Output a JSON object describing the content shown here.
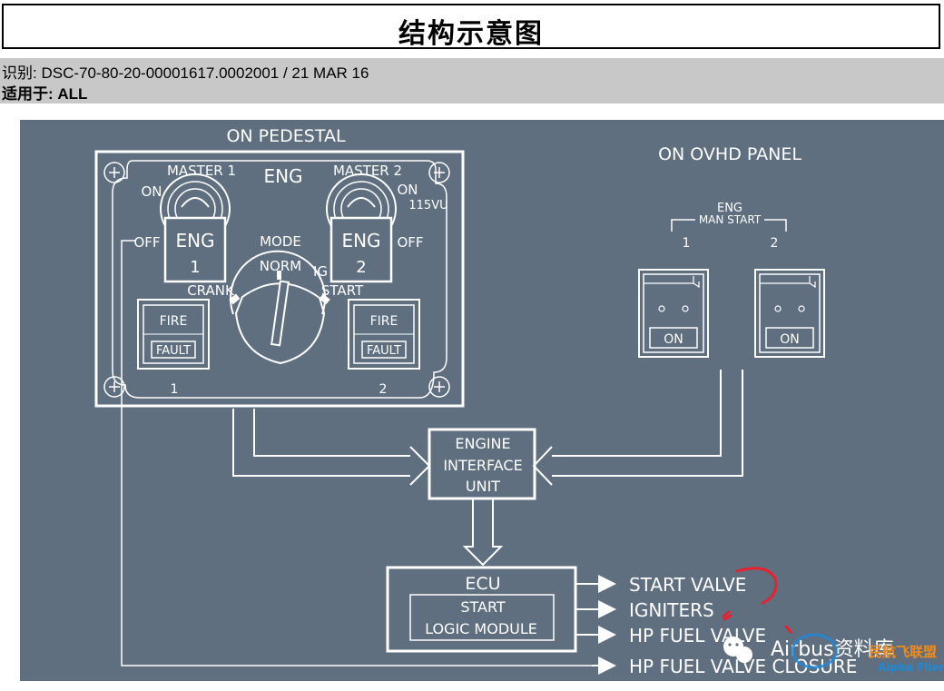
{
  "header": {
    "title": "结构示意图",
    "ident_label": "识别",
    "ident_value": "DSC-70-80-20-00001617.0002001 / 21 MAR 16",
    "applies_label": "适用于",
    "applies_value": "ALL"
  },
  "diagram": {
    "pedestal": {
      "title": "ON PEDESTAL",
      "panel_title": "ENG",
      "master1_label": "MASTER 1",
      "master2_label": "MASTER 2",
      "on_label": "ON",
      "off_label": "OFF",
      "vu_label": "115VU",
      "switch1_label": "ENG",
      "switch1_num": "1",
      "switch2_label": "ENG",
      "switch2_num": "2",
      "mode_label": "MODE",
      "norm_label": "NORM",
      "crank_label": "CRANK",
      "ign_label": "IG",
      "start_label": "START",
      "fire_label": "FIRE",
      "fault_label": "FAULT",
      "num1": "1",
      "num2": "2"
    },
    "ovhd": {
      "title": "ON OVHD PANEL",
      "eng_label": "ENG",
      "man_start_label": "MAN START",
      "num1": "1",
      "num2": "2",
      "on_label": "ON"
    },
    "eiu": {
      "line1": "ENGINE",
      "line2": "INTERFACE",
      "line3": "UNIT"
    },
    "ecu": {
      "title": "ECU",
      "module_line1": "START",
      "module_line2": "LOGIC MODULE"
    },
    "outputs": [
      "START VALVE",
      "IGNITERS",
      "HP FUEL VALVE",
      "HP FUEL VALVE CLOSURE"
    ],
    "watermark": {
      "text1": "Airbus资料库",
      "text2": "民航飞联盟",
      "text3": "Alpha Flier"
    },
    "colors": {
      "background": "#5f6f80",
      "line": "#ffffff",
      "annotation": "#e8212d",
      "watermark_orange": "#f08a1c",
      "watermark_blue": "#1e88d9"
    }
  }
}
